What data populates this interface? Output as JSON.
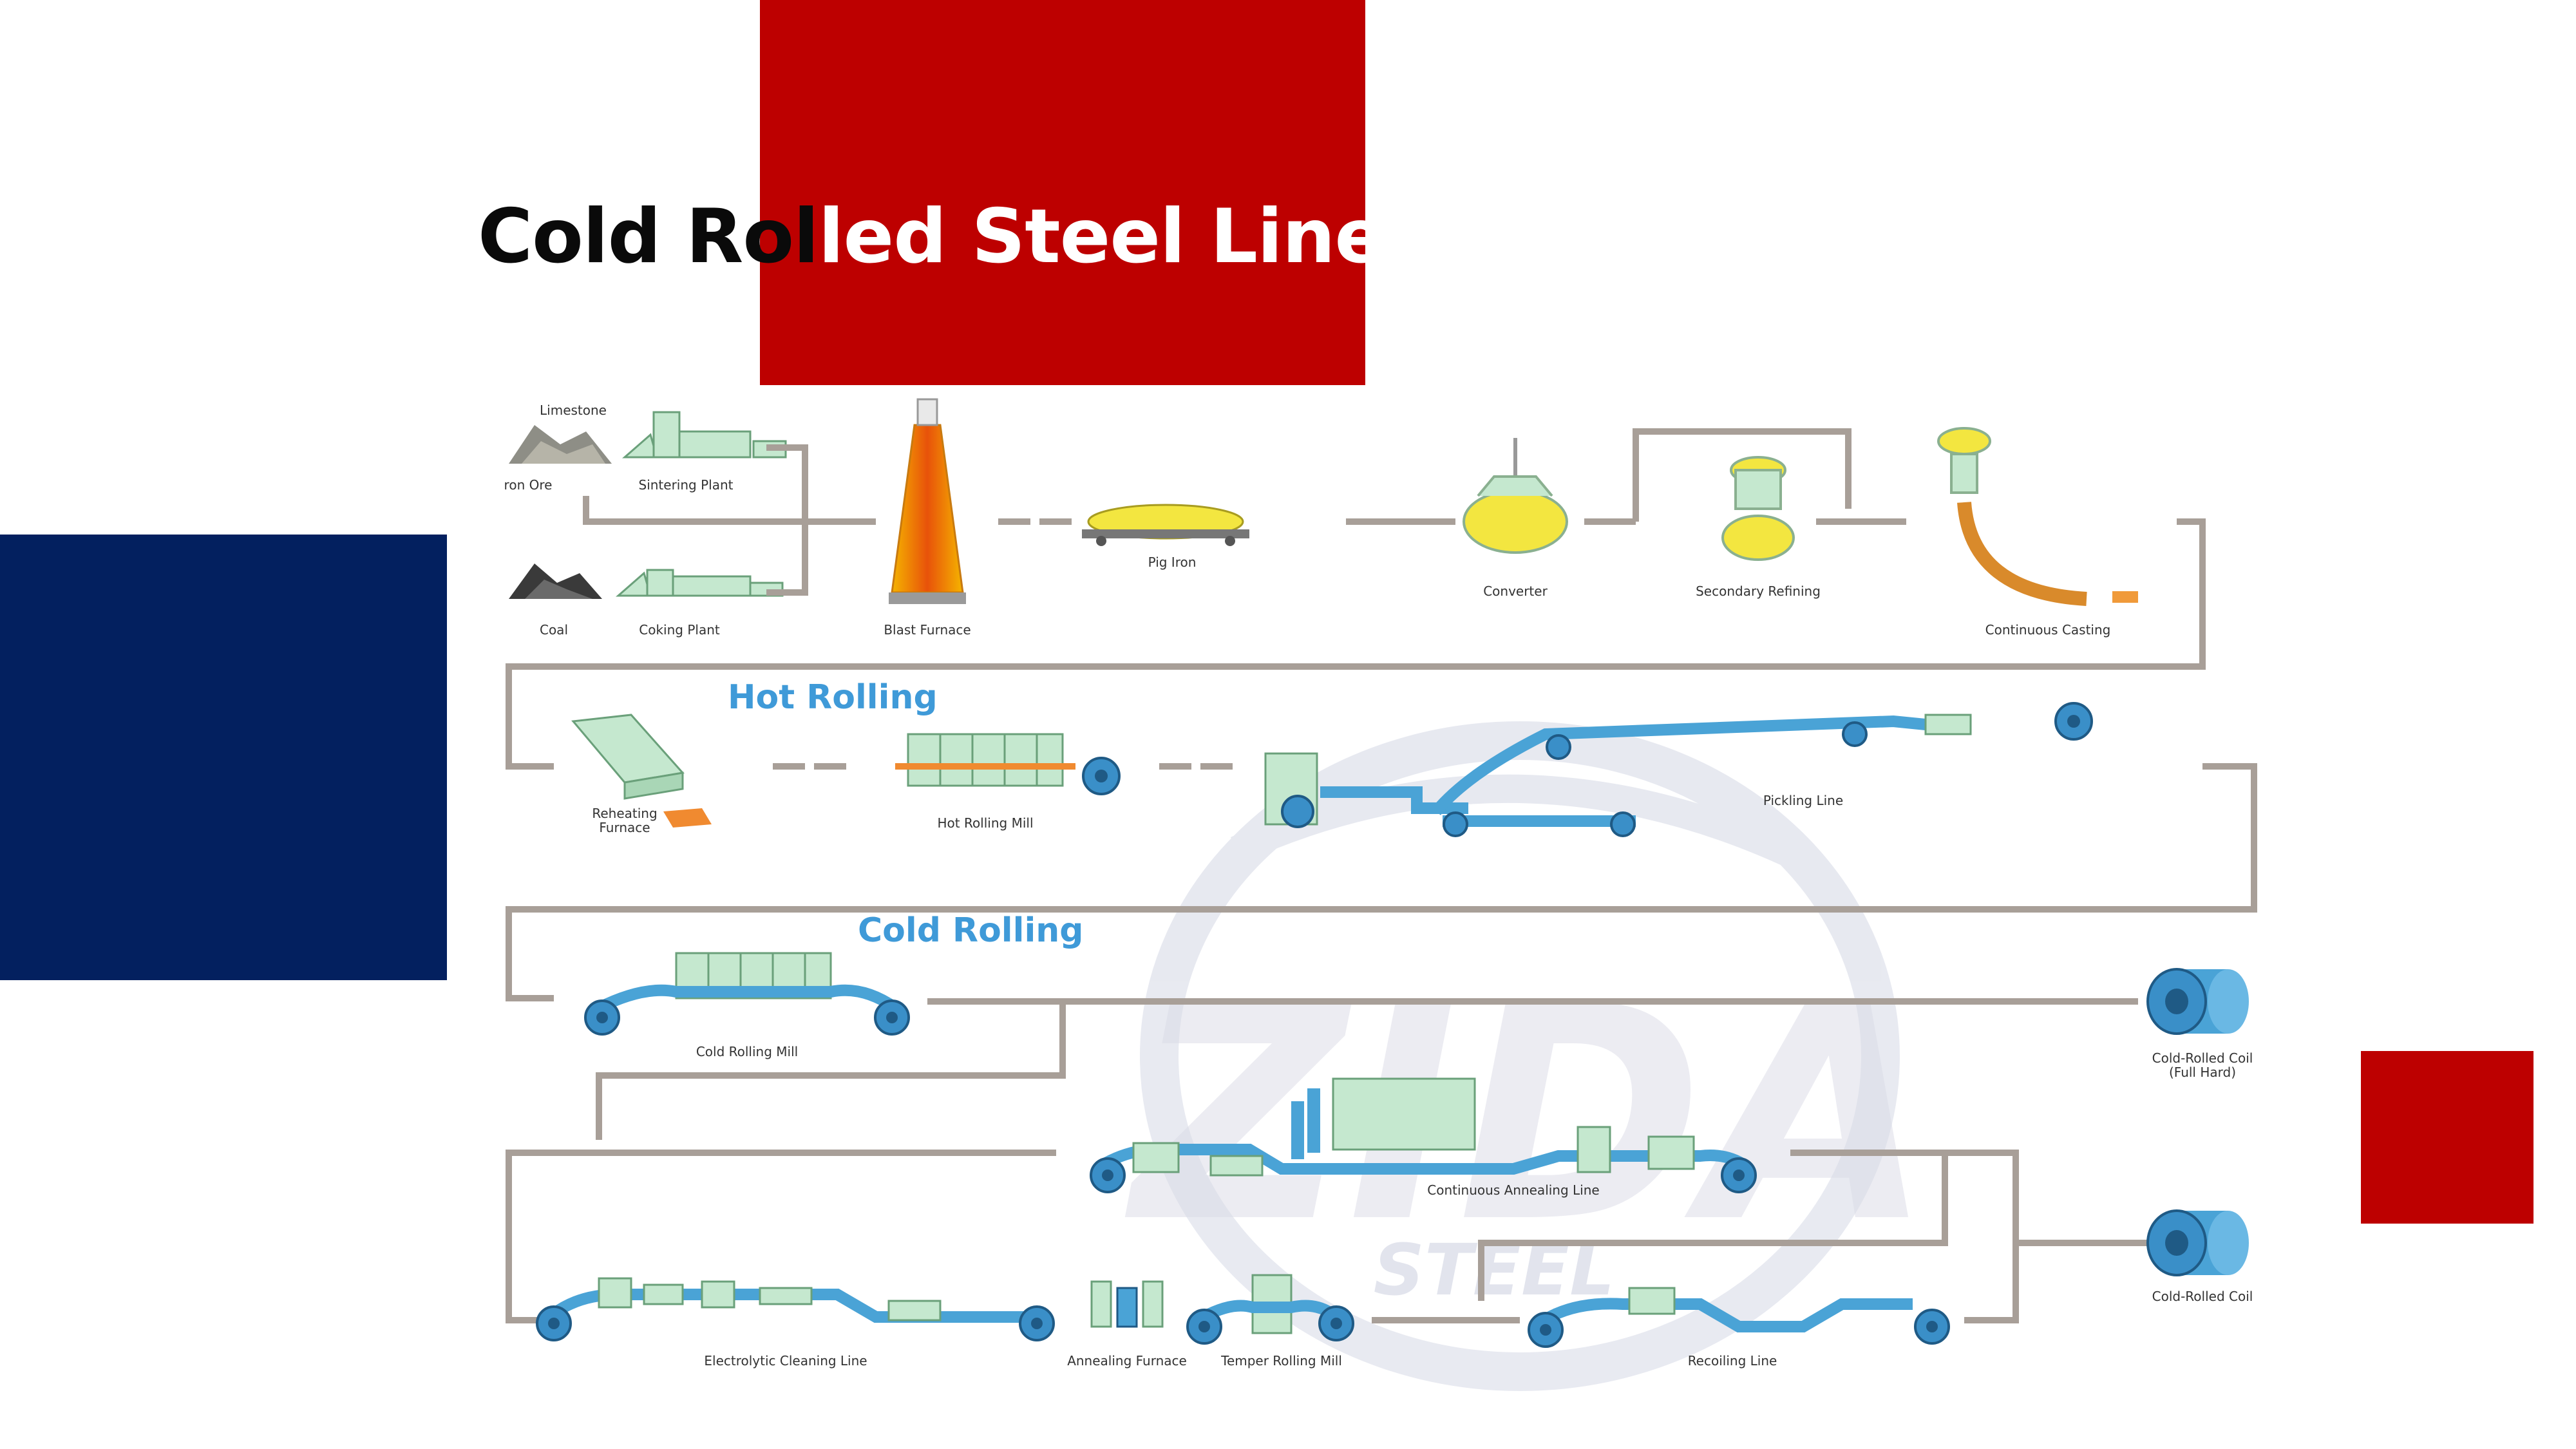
{
  "slide": {
    "title_part1": "Cold Rol",
    "title_part2": "led",
    "title_part3": " Steel Line",
    "colors": {
      "red": "#bd0000",
      "navy": "#03205f",
      "line": "#a89f98",
      "blue": "#4aa3d6",
      "green": "#c5e8cf",
      "yellow": "#f3e640",
      "section": "#3f9ad8"
    }
  },
  "watermark": {
    "logo_icon": "zida-steel-logo-icon",
    "brand": "ZIDA",
    "sub": "STEEL"
  },
  "diagram": {
    "sections": {
      "hot_rolling": "Hot Rolling",
      "cold_rolling": "Cold Rolling"
    },
    "labels": {
      "limestone": "Limestone",
      "iron_ore": "ron Ore",
      "sintering_plant": "Sintering Plant",
      "coal": "Coal",
      "coking_plant": "Coking Plant",
      "blast_furnace": "Blast Furnace",
      "pig_iron": "Pig Iron",
      "converter": "Converter",
      "secondary_refining": "Secondary Refining",
      "continuous_casting": "Continuous Casting",
      "reheating_1": "Reheating",
      "reheating_2": "Furnace",
      "hot_rolling_mill": "Hot Rolling Mill",
      "pickling_line": "Pickling Line",
      "cold_rolling_mill": "Cold Rolling Mill",
      "coil_full_hard_1": "Cold-Rolled Coil",
      "coil_full_hard_2": "(Full Hard)",
      "continuous_annealing_line": "Continuous Annealing Line",
      "electrolytic_cleaning_line": "Electrolytic Cleaning Line",
      "annealing_furnace": "Annealing Furnace",
      "temper_rolling_mill": "Temper Rolling Mill",
      "recoiling_line": "Recoiling Line",
      "cold_rolled_coil": "Cold-Rolled Coil"
    }
  }
}
